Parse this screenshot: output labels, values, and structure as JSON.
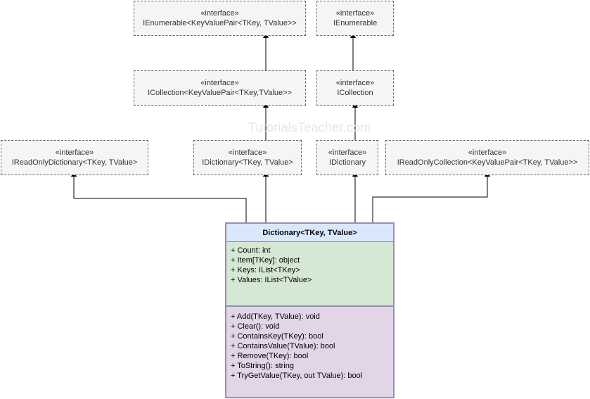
{
  "stereotype": "«interface»",
  "interfaces": {
    "ienumerable_kvp": "IEnumerable<KeyValuePair<TKey, TValue>>",
    "ienumerable": "IEnumerable",
    "icollection_kvp": "ICollection<KeyValuePair<TKey,TValue>>",
    "icollection": "ICollection",
    "ireadonlydictionary": "IReadOnlyDictionary<TKey, TValue>",
    "idictionary_generic": "IDictionary<TKey, TValue>",
    "idictionary": "IDictionary",
    "ireadonlycollection_kvp": "IReadOnlyCollection<KeyValuePair<TKey, TValue>>"
  },
  "watermark": "TutorialsTeacher.com",
  "class": {
    "name": "Dictionary<TKey, TValue>",
    "properties": [
      "+ Count: int",
      "+ Item[TKey]: object",
      "+ Keys: IList<TKey>",
      "+ Values: IList<TValue>"
    ],
    "methods": [
      "+ Add(TKey, TValue): void",
      "+ Clear(): void",
      "+ ContainsKey(TKey): bool",
      "+ ContainsValue(TValue): bool",
      "+ Remove(TKey): bool",
      "+ ToString(): string",
      "+ TryGetValue(TKey, out TValue): bool"
    ]
  },
  "colors": {
    "interface_fill": "#f5f5f5",
    "interface_border": "#666666",
    "class_header_fill": "#dae8fc",
    "class_properties_fill": "#d5e8d4",
    "class_methods_fill": "#e1d5e7",
    "class_border": "#9c8ab8"
  }
}
